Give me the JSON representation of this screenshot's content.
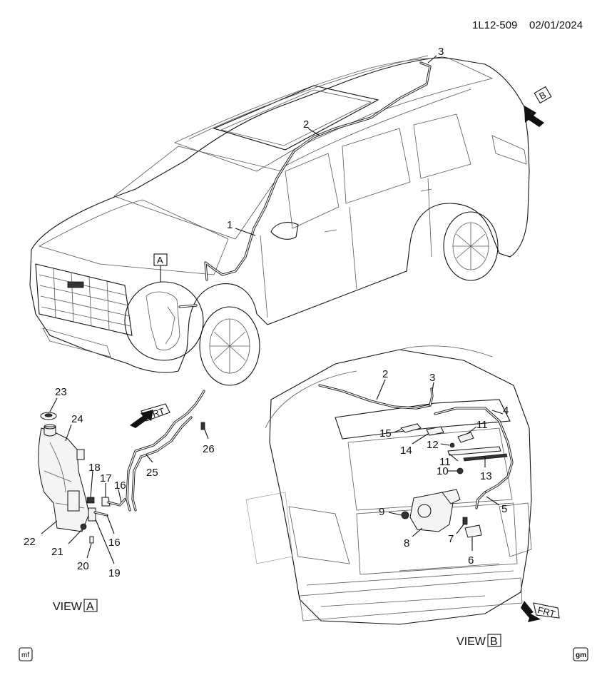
{
  "header": {
    "doc_id": "1L12-509",
    "date": "02/01/2024"
  },
  "views": {
    "a": {
      "prefix": "VIEW",
      "letter": "A"
    },
    "b": {
      "prefix": "VIEW",
      "letter": "B"
    }
  },
  "frt_label": "FRT",
  "callout_a": "A",
  "callout_b": "B",
  "corner_left": "mf",
  "corner_right": "gm",
  "labels": {
    "vehicle": [
      "1",
      "2",
      "3"
    ],
    "view_a": [
      "16",
      "16",
      "17",
      "18",
      "19",
      "20",
      "21",
      "22",
      "23",
      "24",
      "25",
      "26"
    ],
    "view_b": [
      "2",
      "3",
      "4",
      "5",
      "6",
      "7",
      "8",
      "9",
      "10",
      "11",
      "11",
      "12",
      "13",
      "14",
      "15"
    ]
  }
}
